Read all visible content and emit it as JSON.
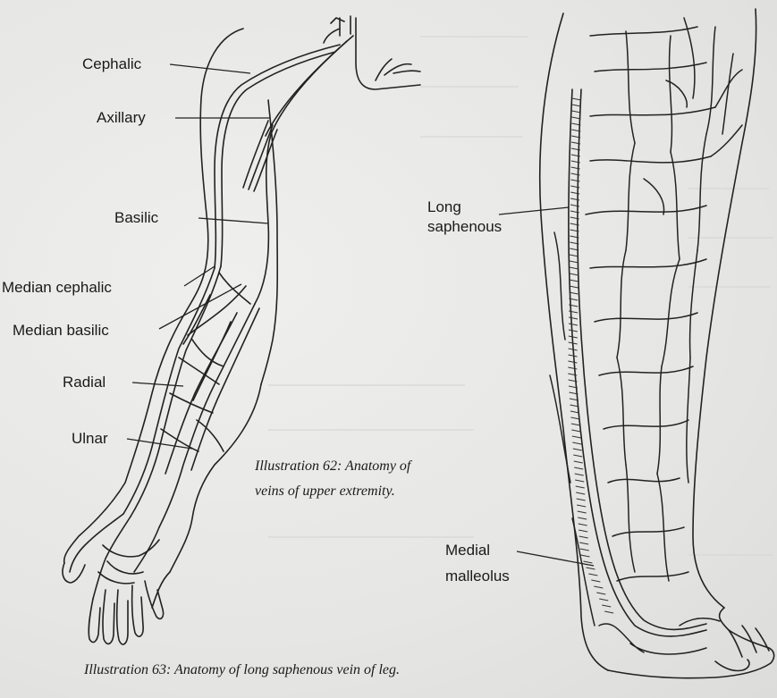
{
  "arm_labels": {
    "cephalic": "Cephalic",
    "axillary": "Axillary",
    "basilic": "Basilic",
    "median_cephalic": "Median cephalic",
    "median_basilic": "Median basilic",
    "radial": "Radial",
    "ulnar": "Ulnar"
  },
  "leg_labels": {
    "long_saphenous_line1": "Long",
    "long_saphenous_line2": "saphenous",
    "medial_malleolus_line1": "Medial",
    "medial_malleolus_line2": "malleolus"
  },
  "captions": {
    "illustration_62_line1": "Illustration 62: Anatomy of",
    "illustration_62_line2": "veins of upper extremity.",
    "illustration_63": "Illustration 63: Anatomy of long saphenous vein of leg."
  }
}
